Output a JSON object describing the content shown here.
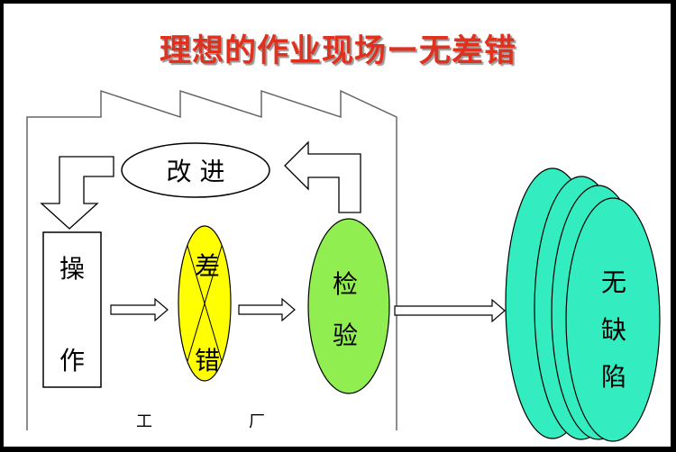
{
  "title": "理想的作业现场ー无差错",
  "factory": {
    "left_label": "工",
    "right_label": "厂"
  },
  "improve_label": "改 进",
  "operation_label": [
    "操",
    "作"
  ],
  "error_label": [
    "差",
    "错"
  ],
  "inspection_label": [
    "检",
    "验"
  ],
  "result_label": [
    "无",
    "缺",
    "陷"
  ],
  "colors": {
    "title": "#e0301e",
    "error_node": "#ffff00",
    "inspection_node": "#90ee50",
    "result_disc": "#33ecc0"
  }
}
